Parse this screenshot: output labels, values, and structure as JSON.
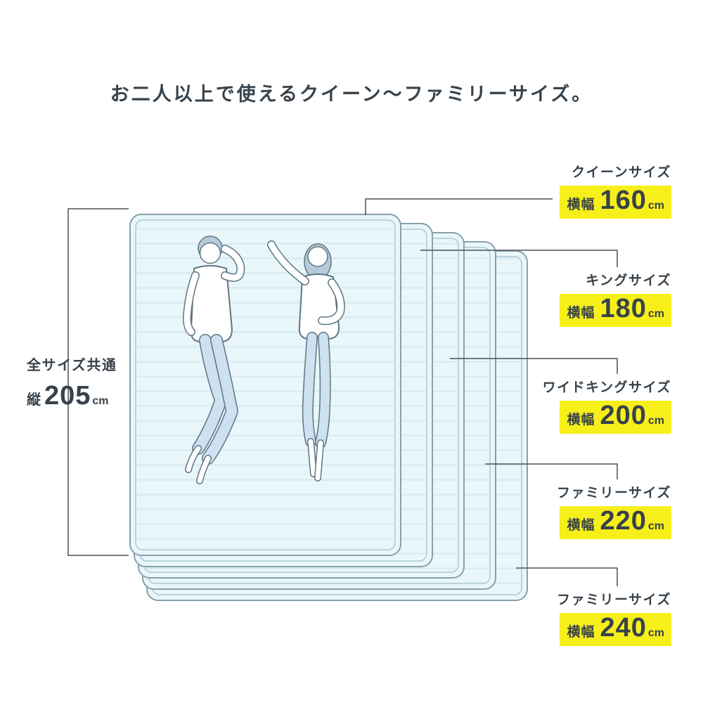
{
  "title": "お二人以上で使えるクイーン〜ファミリーサイズ。",
  "left_label": {
    "line1": "全サイズ共通",
    "prefix": "縦",
    "value": "205",
    "unit": "cm"
  },
  "sizes": [
    {
      "name": "クイーンサイズ",
      "prefix": "横幅",
      "value": "160",
      "unit": "cm"
    },
    {
      "name": "キングサイズ",
      "prefix": "横幅",
      "value": "180",
      "unit": "cm"
    },
    {
      "name": "ワイドキングサイズ",
      "prefix": "横幅",
      "value": "200",
      "unit": "cm"
    },
    {
      "name": "ファミリーサイズ",
      "prefix": "横幅",
      "value": "220",
      "unit": "cm"
    },
    {
      "name": "ファミリーサイズ",
      "prefix": "横幅",
      "value": "240",
      "unit": "cm"
    }
  ],
  "colors": {
    "highlight": "#f7ef1a",
    "text": "#37424b",
    "line": "#46525c",
    "mattress_fill": "#e9f6fa",
    "mattress_stripe": "#d2ebf3",
    "mattress_border": "#87a1ac",
    "mattress_inner": "#aec8d2",
    "hair": "#b6cbd9",
    "pants": "#cde1f0",
    "figure_line": "#5f7682"
  }
}
